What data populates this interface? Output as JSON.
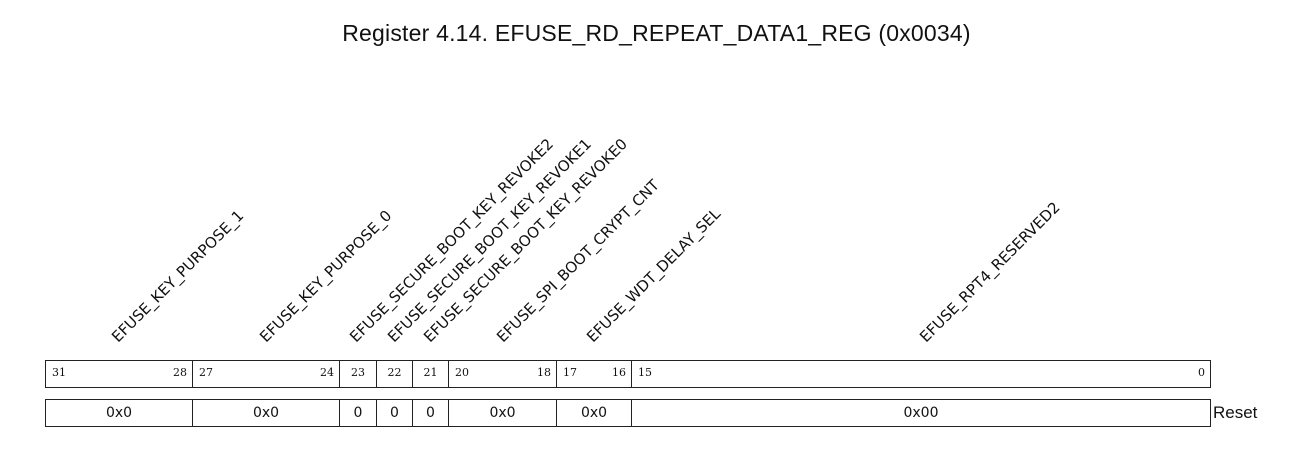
{
  "title": "Register 4.14. EFUSE_RD_REPEAT_DATA1_REG (0x0034)",
  "fields": [
    {
      "name": "EFUSE_KEY_PURPOSE_1",
      "hi": "31",
      "lo": "28",
      "reset": "0x0"
    },
    {
      "name": "EFUSE_KEY_PURPOSE_0",
      "hi": "27",
      "lo": "24",
      "reset": "0x0"
    },
    {
      "name": "EFUSE_SECURE_BOOT_KEY_REVOKE2",
      "hi": "23",
      "lo": "",
      "reset": "0"
    },
    {
      "name": "EFUSE_SECURE_BOOT_KEY_REVOKE1",
      "hi": "22",
      "lo": "",
      "reset": "0"
    },
    {
      "name": "EFUSE_SECURE_BOOT_KEY_REVOKE0",
      "hi": "21",
      "lo": "",
      "reset": "0"
    },
    {
      "name": "EFUSE_SPI_BOOT_CRYPT_CNT",
      "hi": "20",
      "lo": "18",
      "reset": "0x0"
    },
    {
      "name": "EFUSE_WDT_DELAY_SEL",
      "hi": "17",
      "lo": "16",
      "reset": "0x0"
    },
    {
      "name": "EFUSE_RPT4_RESERVED2",
      "hi": "15",
      "lo": "0",
      "reset": "0x00"
    }
  ],
  "reset_label": "Reset"
}
